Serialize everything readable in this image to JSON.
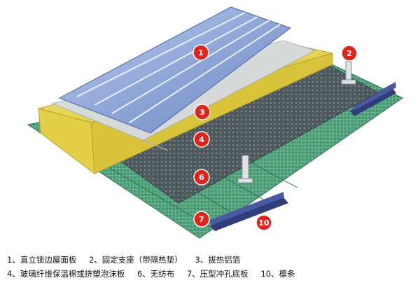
{
  "diagram": {
    "callouts": [
      {
        "id": "1",
        "label": "1"
      },
      {
        "id": "2",
        "label": "2"
      },
      {
        "id": "3",
        "label": "3"
      },
      {
        "id": "4",
        "label": "4"
      },
      {
        "id": "6",
        "label": "6"
      },
      {
        "id": "7",
        "label": "7"
      },
      {
        "id": "10",
        "label": "10"
      }
    ],
    "colors": {
      "badge": "#e0241b",
      "metal_roof": "#9fb5e0",
      "foil": "#d6dbe0",
      "insulation": "#e9d64a",
      "membrane": "#5e6a6e",
      "base_panel": "#4fa07e",
      "purlin": "#3a4a8a"
    }
  },
  "legend": {
    "line1": [
      "1、直立锁边屋面板",
      "2、固定支座（带隔热垫）",
      "3、拔热铝箔"
    ],
    "line2": [
      "4、玻璃纤维保温棉或挤塑泡沫板",
      "6、无纺布",
      "7、压型冲孔底板",
      "10、檩条"
    ]
  }
}
